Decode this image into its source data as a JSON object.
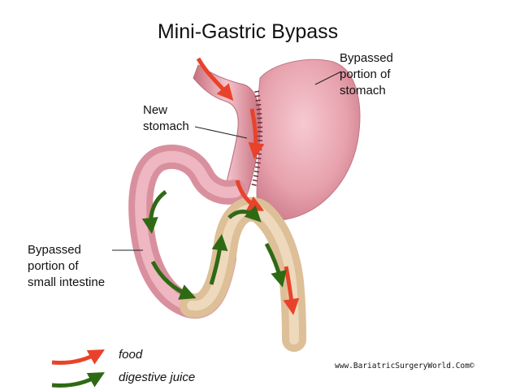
{
  "title": "Mini-Gastric Bypass",
  "labels": {
    "bypassed_stomach": [
      "Bypassed",
      "portion of",
      "stomach"
    ],
    "new_stomach": [
      "New",
      "stomach"
    ],
    "bypassed_intestine": [
      "Bypassed",
      "portion of",
      "small intestine"
    ]
  },
  "legend": [
    {
      "label": "food",
      "color": "#e8432a"
    },
    {
      "label": "digestive juice",
      "color": "#2e6a14"
    }
  ],
  "credit": "www.BariatricSurgeryWorld.Com©",
  "colors": {
    "stomach_pink": "#e7a2ad",
    "intestine_tan": "#e2c9a6",
    "food_arrow": "#e8432a",
    "juice_arrow": "#2e6a14"
  }
}
